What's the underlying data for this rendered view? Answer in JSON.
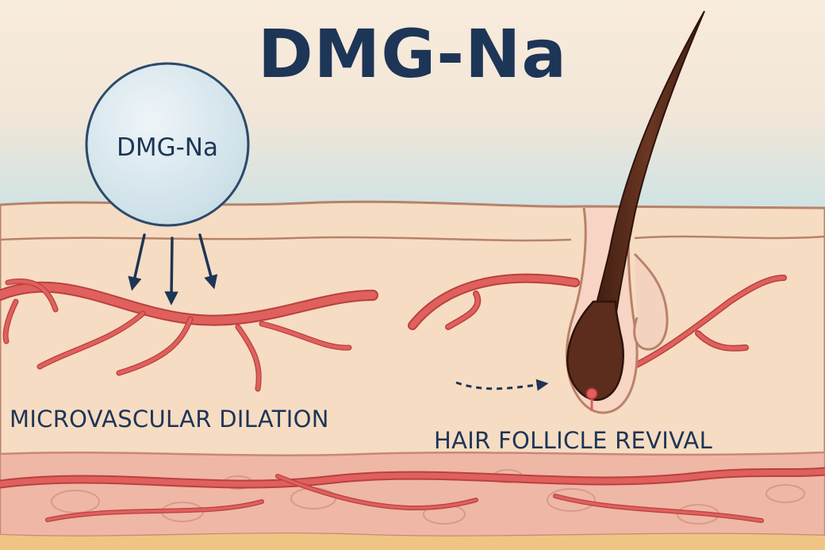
{
  "diagram": {
    "title": "DMG-Na",
    "molecule_label": "DMG-Na",
    "left_caption": "MICROVASCULAR DILATION",
    "right_caption": "HAIR FOLLICLE REVIVAL"
  },
  "colors": {
    "sky_top": "#f9ecdc",
    "sky_bottom": "#cfe3e4",
    "skin": "#f6dcc2",
    "dermis_band": "#efb7a6",
    "vessel": "#e0605d",
    "vessel_outline": "#b8413f",
    "hair": "#5c2d1c",
    "ink": "#1d3557",
    "bubble_fill": "#dbe9ef",
    "bubble_stroke": "#2c4a6b"
  }
}
